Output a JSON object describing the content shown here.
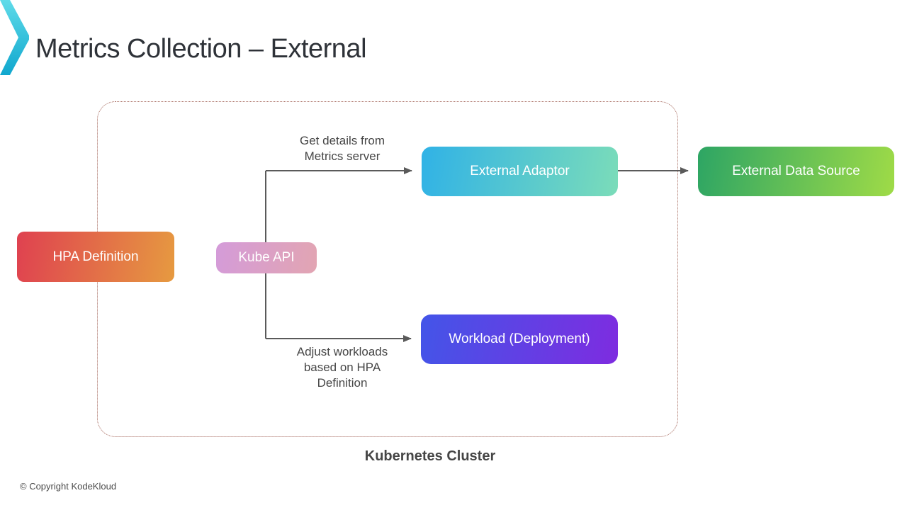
{
  "title": "Metrics Collection – External",
  "logo": {
    "icon": "kodekloud-chevron-logo",
    "gradient": [
      "#5fdbe9",
      "#10a7ce"
    ]
  },
  "cluster": {
    "label": "Kubernetes Cluster",
    "border_color": "#a5685c"
  },
  "nodes": {
    "hpa": {
      "label": "HPA Definition",
      "gradient": [
        "#df4150",
        "#e69a40"
      ]
    },
    "kube_api": {
      "label": "Kube API",
      "gradient": [
        "#d49bd9",
        "#e2a5b2"
      ]
    },
    "external_adaptor": {
      "label": "External Adaptor",
      "gradient": [
        "#30b2e6",
        "#7bdcb9"
      ]
    },
    "external_data_source": {
      "label": "External Data Source",
      "gradient": [
        "#2da564",
        "#9fdb47"
      ]
    },
    "workload": {
      "label": "Workload (Deployment)",
      "gradient": [
        "#4355e8",
        "#7e2ce0"
      ]
    }
  },
  "annotations": {
    "get_details": "Get details from\nMetrics server",
    "adjust_workloads": "Adjust workloads\nbased on HPA\nDefinition"
  },
  "connectors": {
    "color": "#5a5a5a"
  },
  "footer": {
    "copyright": "© Copyright KodeKloud"
  }
}
